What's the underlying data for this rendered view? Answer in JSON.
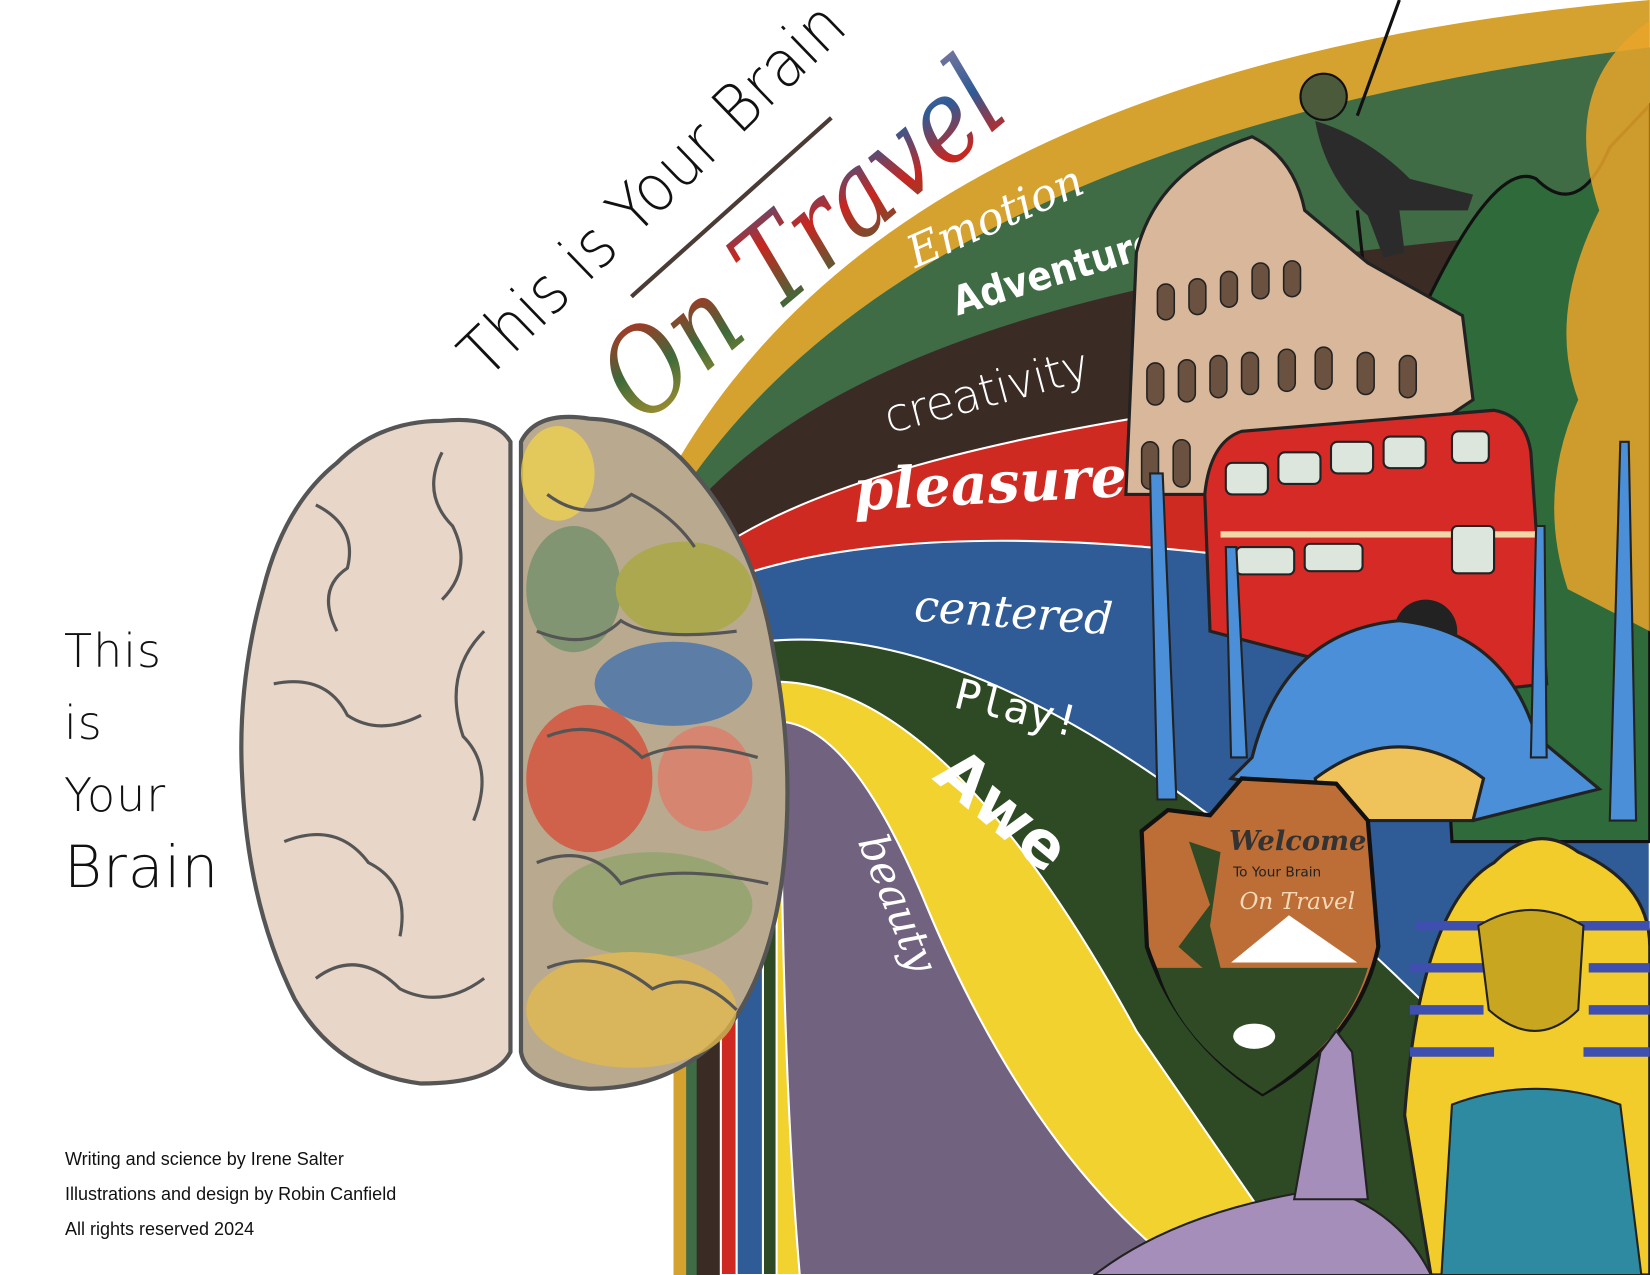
{
  "title": {
    "line1": "This is Your Brain",
    "line2": "On Travel"
  },
  "bands": [
    {
      "label": "Emotion",
      "color": "#d6a22f"
    },
    {
      "label": "Adventure",
      "color": "#3f6b45"
    },
    {
      "label": "creativity",
      "color": "#3a2c25"
    },
    {
      "label": "pleasure",
      "color": "#cf2a22"
    },
    {
      "label": "centered",
      "color": "#2f5b96"
    },
    {
      "label": "Play!",
      "color": "#2d4a25"
    },
    {
      "label": "Awe",
      "color": "#f1d22f"
    },
    {
      "label": "beauty",
      "color": "#716380"
    }
  ],
  "side_text": [
    "This",
    "is",
    "Your",
    "Brain"
  ],
  "badge": {
    "line1": "Welcome",
    "line2": "To Your Brain",
    "line3": "On Travel"
  },
  "credits": [
    "Writing and science by Irene Salter",
    "Illustrations and design by Robin Canfield",
    "All rights reserved 2024"
  ]
}
